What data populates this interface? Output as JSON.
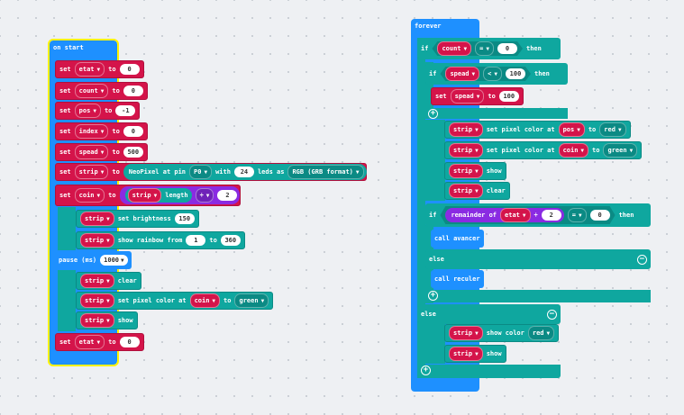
{
  "on_start": {
    "hat_label": "on start",
    "set_etat": {
      "kw_set": "set",
      "var": "etat",
      "kw_to": "to",
      "val": "0"
    },
    "set_count": {
      "kw_set": "set",
      "var": "count",
      "kw_to": "to",
      "val": "0"
    },
    "set_pos": {
      "kw_set": "set",
      "var": "pos",
      "kw_to": "to",
      "val": "-1"
    },
    "set_index": {
      "kw_set": "set",
      "var": "index",
      "kw_to": "to",
      "val": "0"
    },
    "set_spead": {
      "kw_set": "set",
      "var": "spead",
      "kw_to": "to",
      "val": "500"
    },
    "set_strip": {
      "kw_set": "set",
      "var": "strip",
      "kw_to": "to",
      "np_label": "NeoPixel at pin",
      "pin": "P0",
      "with": "with",
      "leds": "24",
      "leds_as": "leds as",
      "format": "RGB (GRB format)"
    },
    "set_coin": {
      "kw_set": "set",
      "var": "coin",
      "kw_to": "to",
      "strip": "strip",
      "length": "length",
      "op": "÷",
      "val": "2"
    },
    "brightness": {
      "strip": "strip",
      "action": "set brightness",
      "val": "150"
    },
    "rainbow": {
      "strip": "strip",
      "action": "show rainbow from",
      "from": "1",
      "to_kw": "to",
      "to": "360"
    },
    "pause": {
      "label": "pause (ms)",
      "val": "1000"
    },
    "clear": {
      "strip": "strip",
      "action": "clear"
    },
    "pixel": {
      "strip": "strip",
      "action": "set pixel color at",
      "var": "coin",
      "to_kw": "to",
      "color": "green"
    },
    "show": {
      "strip": "strip",
      "action": "show"
    },
    "set_etat2": {
      "kw_set": "set",
      "var": "etat",
      "kw_to": "to",
      "val": "0"
    }
  },
  "forever": {
    "hat_label": "forever",
    "if1": {
      "kw_if": "if",
      "var": "count",
      "op": "=",
      "val": "0",
      "kw_then": "then"
    },
    "if2": {
      "kw_if": "if",
      "var": "spead",
      "op": "<",
      "val": "100",
      "kw_then": "then"
    },
    "set_spead": {
      "kw_set": "set",
      "var": "spead",
      "kw_to": "to",
      "val": "100"
    },
    "pix_pos": {
      "strip": "strip",
      "action": "set pixel color at",
      "var": "pos",
      "to_kw": "to",
      "color": "red"
    },
    "pix_coin": {
      "strip": "strip",
      "action": "set pixel color at",
      "var": "coin",
      "to_kw": "to",
      "color": "green"
    },
    "show": {
      "strip": "strip",
      "action": "show"
    },
    "clear": {
      "strip": "strip",
      "action": "clear"
    },
    "if3": {
      "kw_if": "if",
      "remainder": "remainder of",
      "var": "etat",
      "op": "÷",
      "div": "2",
      "eq": "=",
      "val": "0",
      "kw_then": "then"
    },
    "call_avancer": "call avancer",
    "else1": "else",
    "call_reculer": "call reculer",
    "else2": "else",
    "show_color": {
      "strip": "strip",
      "action": "show color",
      "color": "red"
    },
    "show2": {
      "strip": "strip",
      "action": "show"
    }
  },
  "colors": {
    "variables": "#d4144a",
    "neopixel": "#0fa79f",
    "basic": "#1e90ff",
    "math": "#8a2be2",
    "selection": "#fff200"
  }
}
